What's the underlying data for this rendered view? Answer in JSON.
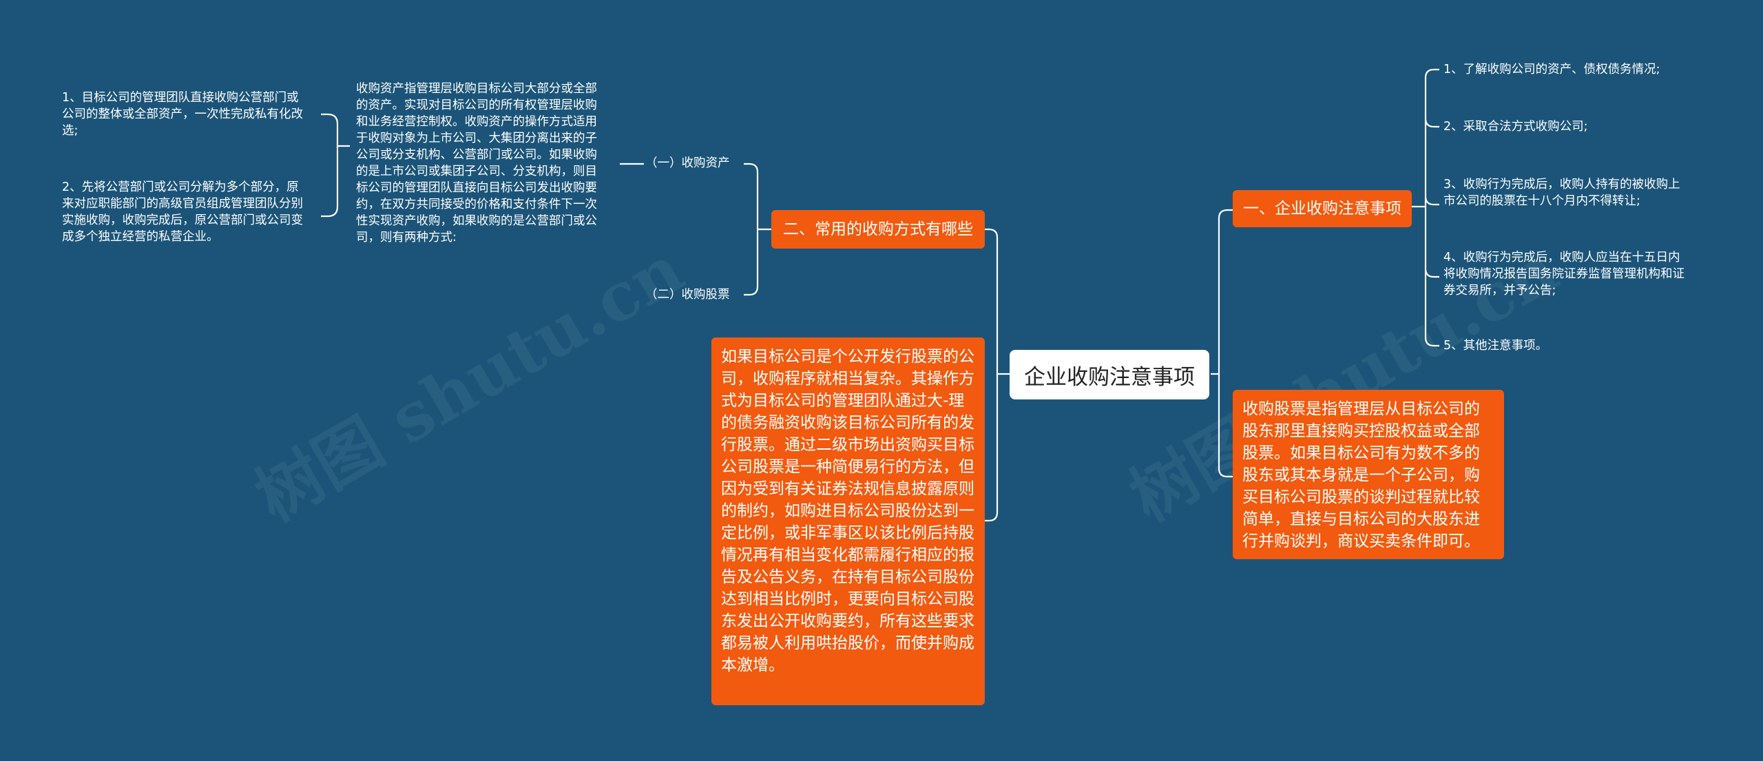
{
  "root": {
    "label": "企业收购注意事项"
  },
  "right": {
    "branch1": {
      "label": "一、企业收购注意事项",
      "items": [
        "1、了解收购公司的资产、债权债务情况;",
        "2、采取合法方式收购公司;",
        "3、收购行为完成后，收购人持有的被收购上\n市公司的股票在十八个月内不得转让;",
        "4、收购行为完成后，收购人应当在十五日内\n将收购情况报告国务院证券监督管理机构和证\n券交易所，并予公告;",
        "5、其他注意事项。"
      ]
    },
    "stock_note": "收购股票是指管理层从目标公司的股东那里直接购买控股权益或全部股票。如果目标公司有为数不多的股东或其本身就是一个子公司，购买目标公司股票的谈判过程就比较简单，直接与目标公司的大股东进行并购谈判，商议买卖条件即可。"
  },
  "left": {
    "branch2": {
      "label": "二、常用的收购方式有哪些",
      "sub1": {
        "label": "（一）收购资产",
        "desc": "收购资产指管理层收购目标公司大部分或全部\n的资产。实现对目标公司的所有权管理层收购\n和业务经营控制权。收购资产的操作方式适用\n于收购对象为上市公司、大集团分离出来的子\n公司或分支机构、公营部门或公司。如果收购\n的是上市公司或集团子公司、分支机构，则目\n标公司的管理团队直接向目标公司发出收购要\n约，在双方共同接受的价格和支付条件下一次\n性实现资产收购，如果收购的是公营部门或公\n司，则有两种方式:",
        "ways": [
          "1、目标公司的管理团队直接收购公营部门或\n公司的整体或全部资产，一次性完成私有化改\n选;",
          "2、先将公营部门或公司分解为多个部分，原\n来对应职能部门的高级官员组成管理团队分别\n实施收购，收购完成后，原公营部门或公司变\n成多个独立经营的私营企业。"
        ]
      },
      "sub2": {
        "label": "（二）收购股票"
      }
    },
    "public_note": "如果目标公司是个公开发行股票的公司，收购程序就相当复杂。其操作方式为目标公司的管理团队通过大-理的债务融资收购该目标公司所有的发行股票。通过二级市场出资购买目标公司股票是一种简便易行的方法，但因为受到有关证券法规信息披露原则的制约，如购进目标公司股份达到一定比例，或非军事区以该比例后持股情况再有相当变化都需履行相应的报告及公告义务，在持有目标公司股份达到相当比例时，更要向目标公司股东发出公开收购要约，所有这些要求都易被人利用哄抬股价，而使并购成本激增。"
  },
  "watermark": [
    "树图 shutu.cn",
    "树图 shutu.cn"
  ],
  "colors": {
    "background": "#1b5478",
    "accent": "#f25a0f",
    "root_bg": "#ffffff",
    "line": "#ffffff"
  }
}
